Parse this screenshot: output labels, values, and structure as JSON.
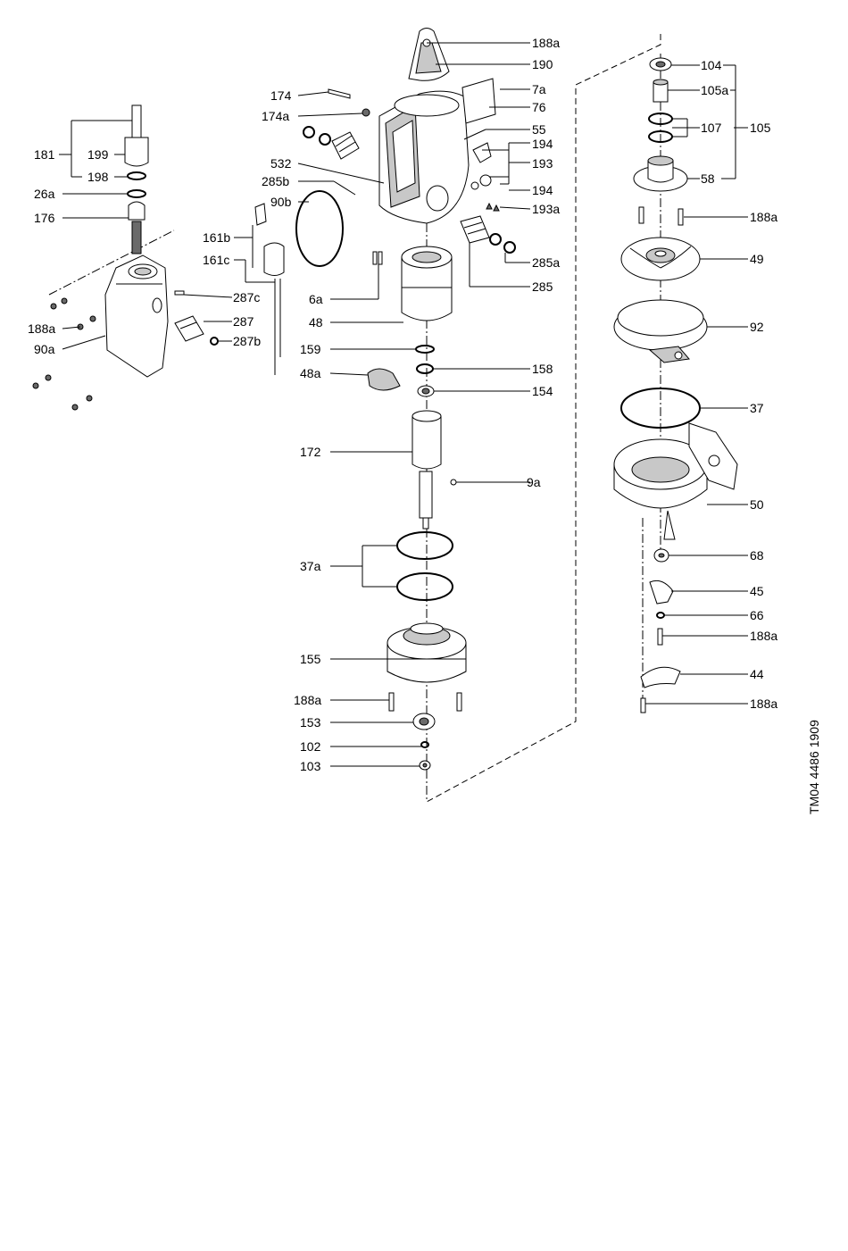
{
  "figure_id": "TM04 4486 1909",
  "labels": {
    "l188a_top": "188a",
    "l190": "190",
    "l7a": "7a",
    "l76": "76",
    "l55": "55",
    "l194a": "194",
    "l193": "193",
    "l194b": "194",
    "l193a": "193a",
    "l174": "174",
    "l174a": "174a",
    "l532": "532",
    "l285b": "285b",
    "l90b": "90b",
    "l161b": "161b",
    "l161c": "161c",
    "l285a": "285a",
    "l285": "285",
    "l6a": "6a",
    "l48": "48",
    "l159": "159",
    "l158": "158",
    "l48a": "48a",
    "l154": "154",
    "l172": "172",
    "l9a": "9a",
    "l37a": "37a",
    "l155": "155",
    "l188a_mid": "188a",
    "l153": "153",
    "l102": "102",
    "l103": "103",
    "l181": "181",
    "l199": "199",
    "l198": "198",
    "l26a": "26a",
    "l176": "176",
    "l287c": "287c",
    "l287": "287",
    "l287b": "287b",
    "l188a_left": "188a",
    "l90a": "90a",
    "l104": "104",
    "l105a": "105a",
    "l107": "107",
    "l105": "105",
    "l58": "58",
    "l188a_r1": "188a",
    "l49": "49",
    "l92": "92",
    "l37": "37",
    "l50": "50",
    "l68": "68",
    "l45": "45",
    "l66": "66",
    "l188a_r2": "188a",
    "l44": "44",
    "l188a_r3": "188a"
  }
}
